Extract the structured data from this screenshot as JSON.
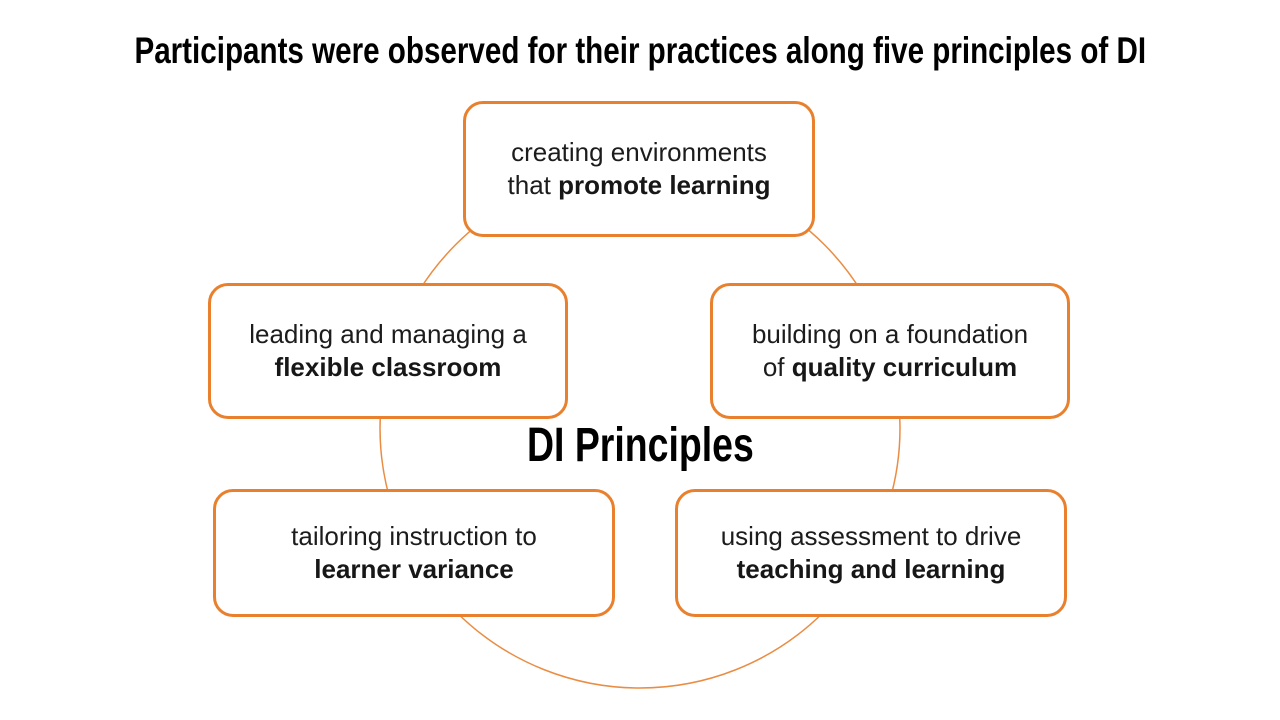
{
  "title": "Participants were observed for their practices along five principles of DI",
  "center_label": "DI Principles",
  "diagram": {
    "accent_color": "#E8802D",
    "text_color": "#1c1c1c",
    "boxes": [
      {
        "id": "top",
        "line1": "creating environments",
        "line2_prefix": "that ",
        "line2_bold": "promote learning"
      },
      {
        "id": "left-upper",
        "line1": "leading and managing a",
        "line2_prefix": "",
        "line2_bold": "flexible classroom"
      },
      {
        "id": "right-upper",
        "line1": "building on a foundation",
        "line2_prefix": "of ",
        "line2_bold": "quality curriculum"
      },
      {
        "id": "left-lower",
        "line1": "tailoring instruction to",
        "line2_prefix": "",
        "line2_bold": "learner variance"
      },
      {
        "id": "right-lower",
        "line1": "using assessment to drive",
        "line2_prefix": "",
        "line2_bold": "teaching and learning"
      }
    ]
  }
}
